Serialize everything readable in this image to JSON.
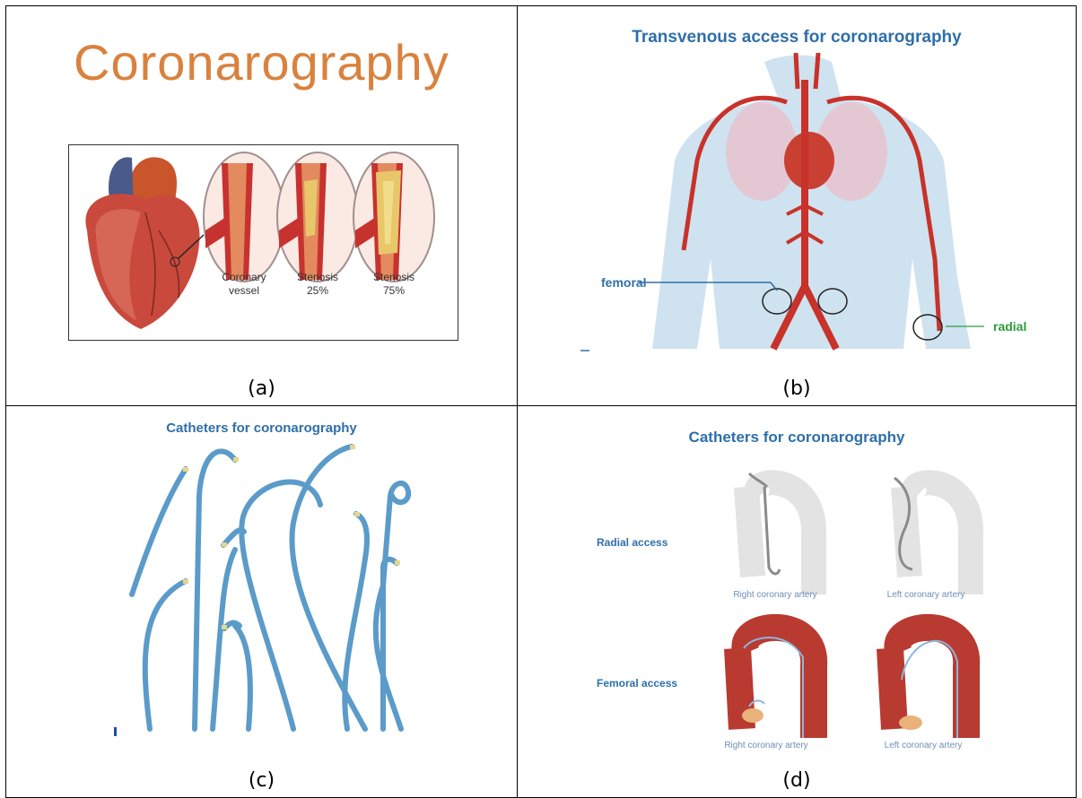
{
  "panel_a": {
    "title": "Coronarography",
    "labels": [
      {
        "line1": "Coronary",
        "line2": "vessel"
      },
      {
        "line1": "Stenosis",
        "line2": "25%"
      },
      {
        "line1": "Stenosis",
        "line2": "75%"
      }
    ],
    "caption": "(a)"
  },
  "panel_b": {
    "title": "Transvenous access for coronarography",
    "femoral_label": "femoral",
    "radial_label": "radial",
    "caption": "(b)"
  },
  "panel_c": {
    "title": "Catheters for coronarography",
    "caption": "(c)"
  },
  "panel_d": {
    "title": "Catheters for coronarography",
    "radial_access": "Radial access",
    "femoral_access": "Femoral access",
    "right_coronary_artery": "Right coronary artery",
    "left_coronary_artery": "Left coronary artery",
    "caption": "(d)"
  },
  "colors": {
    "title_orange": "#d9823e",
    "title_blue": "#2f6fa8",
    "radial_green": "#2a9d3a",
    "artery_red": "#c0392b",
    "catheter_blue": "#5b9bc9"
  }
}
